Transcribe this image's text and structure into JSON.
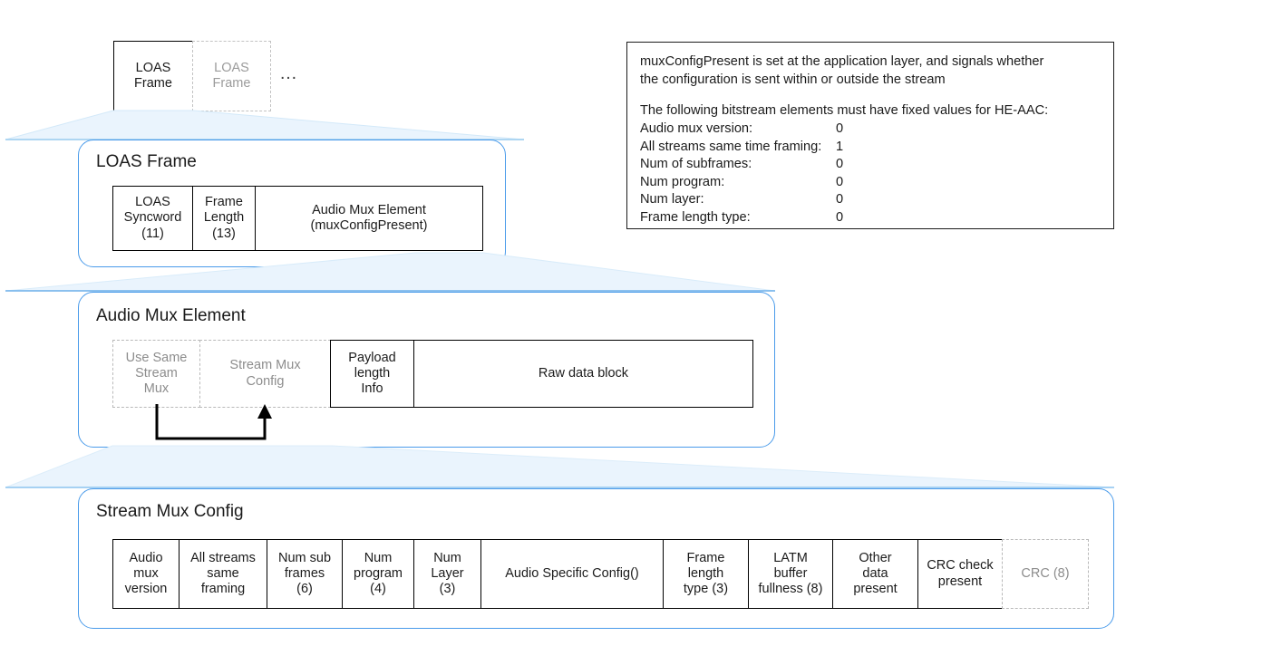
{
  "colors": {
    "section_border": "#4a9bea",
    "funnel_fill": "#eaf4fd",
    "funnel_stroke": "#bcdcf5",
    "cell_border": "#000000",
    "dashed_border": "#b9b9b9",
    "dim_text": "#8d8d8d"
  },
  "top_strip": {
    "boxes": [
      {
        "label": "LOAS\nFrame",
        "line1": "LOAS",
        "line2": "Frame",
        "dimmed": false
      },
      {
        "label": "LOAS\nFrame",
        "line1": "LOAS",
        "line2": "Frame",
        "dimmed": true
      }
    ],
    "ellipsis": "…"
  },
  "note": {
    "paragraph_lines": [
      "muxConfigPresent is set at the application layer, and signals whether",
      "the configuration is sent within or outside the stream"
    ],
    "heading": "The following bitstream elements must have fixed values for HE-AAC:",
    "fixed_values": [
      {
        "name": "Audio mux version:",
        "value": "0"
      },
      {
        "name": "All streams same time framing:",
        "value": "1"
      },
      {
        "name": "Num of subframes:",
        "value": "0"
      },
      {
        "name": "Num program:",
        "value": "0"
      },
      {
        "name": "Num layer:",
        "value": "0"
      },
      {
        "name": "Frame length type:",
        "value": "0"
      }
    ]
  },
  "loas_frame": {
    "title": "LOAS Frame",
    "fields": [
      {
        "line1": "LOAS",
        "line2": "Syncword",
        "line3": "(11)"
      },
      {
        "line1": "Frame",
        "line2": "Length",
        "line3": "(13)"
      },
      {
        "line1": "Audio Mux Element",
        "line2": "(muxConfigPresent)",
        "line3": ""
      }
    ]
  },
  "audio_mux_element": {
    "title": "Audio Mux Element",
    "fields": [
      {
        "line1": "Use Same",
        "line2": "Stream",
        "line3": "Mux",
        "dimmed": true
      },
      {
        "line1": "Stream Mux",
        "line2": "Config",
        "line3": "",
        "dimmed": true
      },
      {
        "line1": "Payload",
        "line2": "length",
        "line3": "Info",
        "dimmed": false
      },
      {
        "line1": "Raw data block",
        "line2": "",
        "line3": "",
        "dimmed": false
      }
    ]
  },
  "stream_mux_config": {
    "title": "Stream Mux Config",
    "fields": [
      {
        "line1": "Audio",
        "line2": "mux",
        "line3": "version",
        "dimmed": false
      },
      {
        "line1": "All streams",
        "line2": "same",
        "line3": "framing",
        "dimmed": false
      },
      {
        "line1": "Num sub",
        "line2": "frames",
        "line3": "(6)",
        "dimmed": false
      },
      {
        "line1": "Num",
        "line2": "program",
        "line3": "(4)",
        "dimmed": false
      },
      {
        "line1": "Num",
        "line2": "Layer",
        "line3": "(3)",
        "dimmed": false
      },
      {
        "line1": "Audio Specific Config()",
        "line2": "",
        "line3": "",
        "dimmed": false
      },
      {
        "line1": "Frame",
        "line2": "length",
        "line3": "type (3)",
        "dimmed": false
      },
      {
        "line1": "LATM",
        "line2": "buffer",
        "line3": "fullness (8)",
        "dimmed": false
      },
      {
        "line1": "Other",
        "line2": "data",
        "line3": "present",
        "dimmed": false
      },
      {
        "line1": "CRC check",
        "line2": "present",
        "line3": "",
        "dimmed": false
      },
      {
        "line1": "CRC (8)",
        "line2": "",
        "line3": "",
        "dimmed": true
      }
    ]
  }
}
